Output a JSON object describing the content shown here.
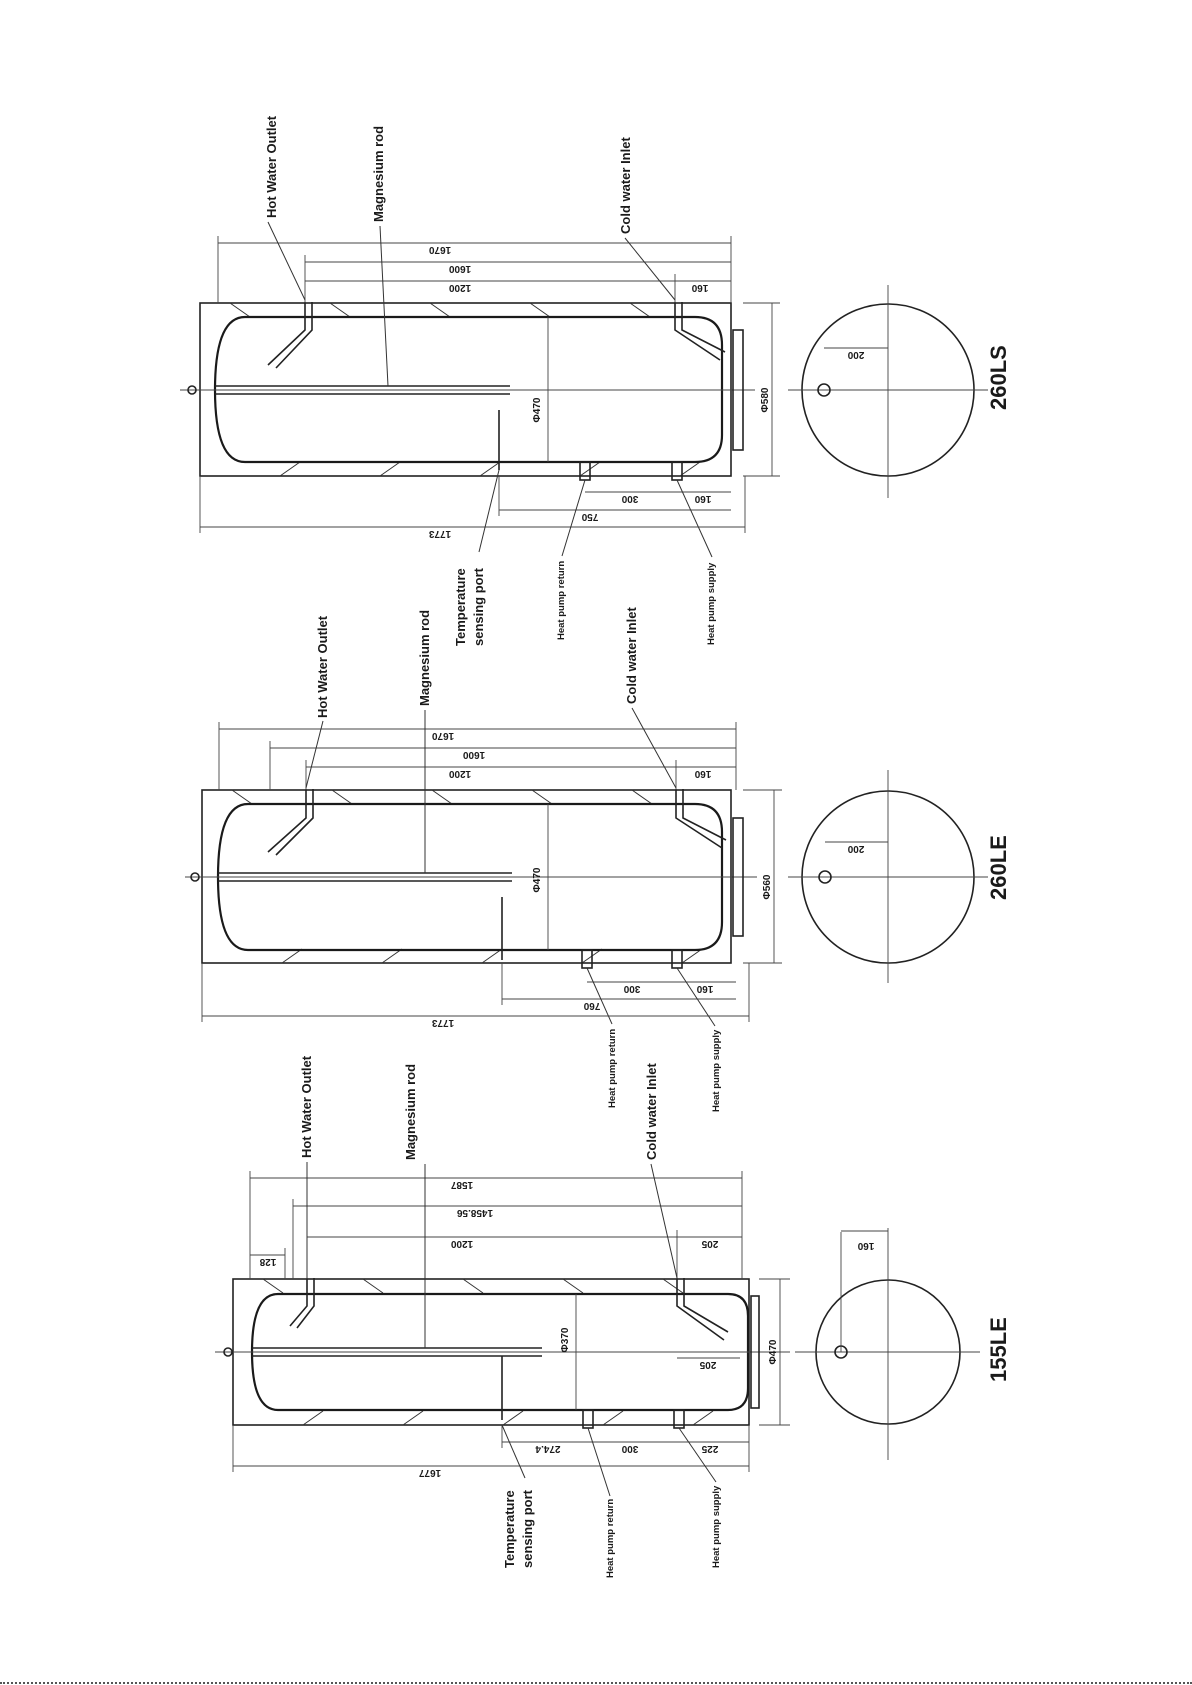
{
  "models": [
    {
      "name": "260LS",
      "labels": {
        "hot_water_outlet": "Hot Water Outlet",
        "magnesium_rod": "Magnesium rod",
        "cold_water_inlet": "Cold water Inlet",
        "temperature_sensing_port_1": "Temperature",
        "temperature_sensing_port_2": "sensing  port",
        "heat_pump_return": "Heat pump return",
        "heat_pump_supply": "Heat pump supply"
      },
      "dims": {
        "top_overall": "1670",
        "top_mid": "1600",
        "top_inner": "1200",
        "top_right": "160",
        "inner_dia": "Φ470",
        "outer_dia": "Φ580",
        "bottom_right": "160",
        "bottom_mid": "300",
        "bottom_long": "750",
        "overall": "1773",
        "circle_offset": "200"
      }
    },
    {
      "name": "260LE",
      "labels": {
        "hot_water_outlet": "Hot Water Outlet",
        "magnesium_rod": "Magnesium rod",
        "cold_water_inlet": "Cold water Inlet",
        "heat_pump_return": "Heat pump return",
        "heat_pump_supply": "Heat pump supply"
      },
      "dims": {
        "top_overall": "1670",
        "top_mid": "1600",
        "top_inner": "1200",
        "top_right": "160",
        "inner_dia": "Φ470",
        "outer_dia": "Φ560",
        "bottom_right": "160",
        "bottom_mid": "300",
        "bottom_long": "760",
        "overall": "1773",
        "circle_offset": "200"
      }
    },
    {
      "name": "155LE",
      "labels": {
        "hot_water_outlet": "Hot Water Outlet",
        "magnesium_rod": "Magnesium rod",
        "cold_water_inlet": "Cold water Inlet",
        "temperature_sensing_port_1": "Temperature",
        "temperature_sensing_port_2": "sensing  port",
        "heat_pump_return": "Heat pump return",
        "heat_pump_supply": "Heat pump supply"
      },
      "dims": {
        "top_overall": "1587",
        "top_mid": "1458.56",
        "top_inner": "1200",
        "top_left": "128",
        "top_right": "205",
        "inner_dia": "Φ370",
        "outer_dia": "Φ470",
        "inner_right": "205",
        "bottom_right": "225",
        "bottom_mid": "300",
        "bottom_long": "274.4",
        "overall": "1677",
        "circle_offset": "160"
      }
    }
  ]
}
